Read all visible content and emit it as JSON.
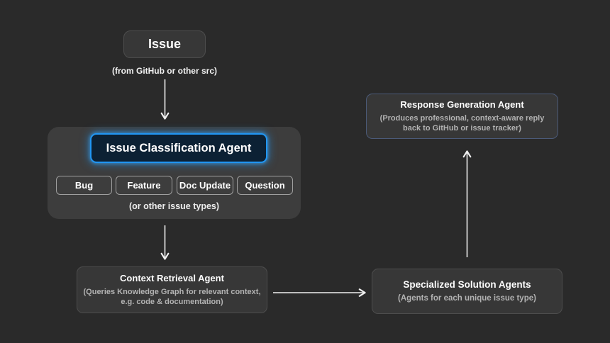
{
  "colors": {
    "background": "#2a2a2a",
    "panel": "#3d3d3d",
    "node_bg": "#373737",
    "node_border": "#4d4d4d",
    "accent_blue": "#2196f3",
    "highlight_bg": "#0c2134",
    "response_border": "#4b5a78",
    "muted_text": "#b3b3b3",
    "arrow": "#efefef"
  },
  "nodes": {
    "issue": {
      "label": "Issue",
      "caption": "(from GitHub or other src)"
    },
    "classification": {
      "title": "Issue Classification Agent",
      "chips": [
        "Bug",
        "Feature",
        "Doc Update",
        "Question"
      ],
      "caption": "(or other issue types)"
    },
    "context_retrieval": {
      "title": "Context Retrieval Agent",
      "subtitle": "(Queries Knowledge Graph for relevant context,\ne.g. code & documentation)"
    },
    "specialized": {
      "title": "Specialized Solution Agents",
      "subtitle": "(Agents for each unique issue type)"
    },
    "response": {
      "title": "Response Generation Agent",
      "subtitle": "(Produces professional, context-aware reply\nback to GitHub or issue tracker)"
    }
  }
}
